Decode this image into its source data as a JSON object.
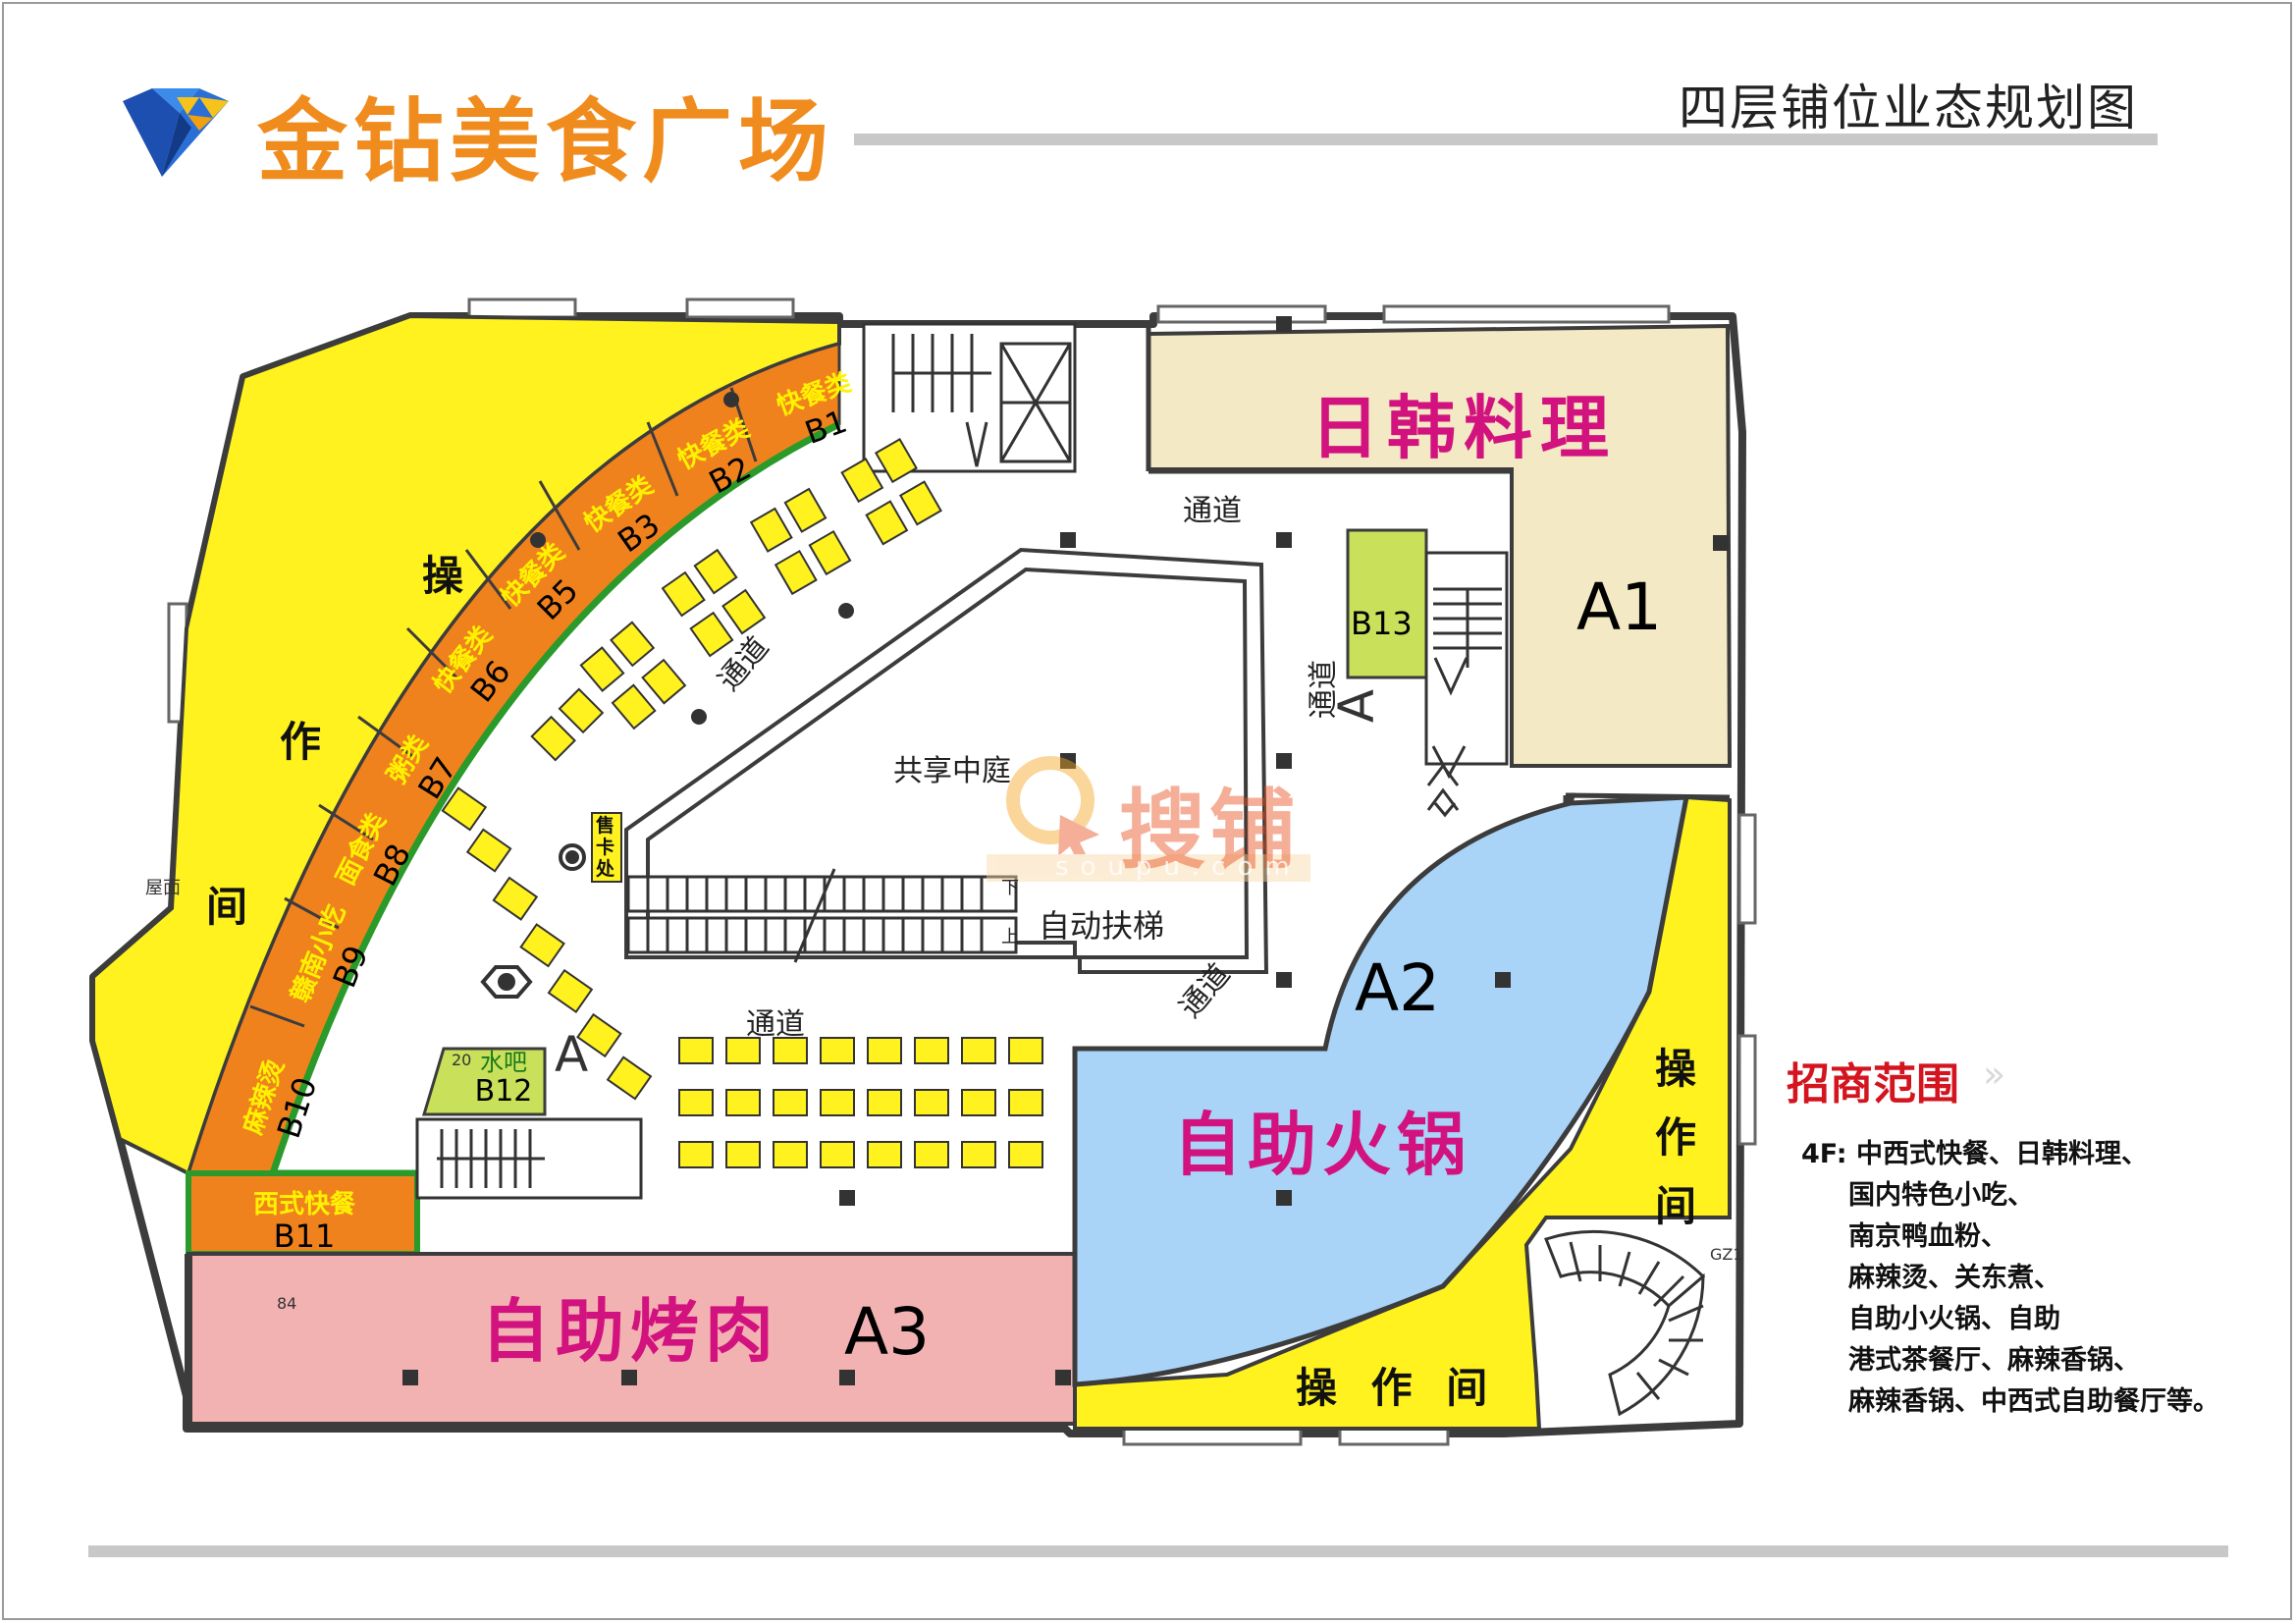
{
  "header": {
    "brand_name": "金钻美食广场",
    "plan_title": "四层铺位业态规划图"
  },
  "zones": {
    "a1": {
      "name": "日韩料理",
      "code": "A1"
    },
    "a2": {
      "name": "自助火锅",
      "code": "A2"
    },
    "a3": {
      "name": "自助烤肉",
      "code": "A3"
    },
    "workroom_left": [
      "操",
      "作",
      "间"
    ],
    "workroom_right": [
      "操",
      "作",
      "间"
    ],
    "workroom_bottom": "操 作 间",
    "atrium": "共享中庭",
    "escalator": "自动扶梯",
    "corridor": "通道",
    "card_desk": "售卡处",
    "bar": "水吧",
    "roof": "屋面",
    "arrow_letter": "A",
    "up": "上",
    "down": "下",
    "col_label_a": "GZ1",
    "col_label_b": "20",
    "col_label_c": "84"
  },
  "shops": [
    {
      "code": "B1",
      "type": "快餐类"
    },
    {
      "code": "B2",
      "type": "快餐类"
    },
    {
      "code": "B3",
      "type": "快餐类"
    },
    {
      "code": "B5",
      "type": "快餐类"
    },
    {
      "code": "B6",
      "type": "快餐类"
    },
    {
      "code": "B7",
      "type": "粥类"
    },
    {
      "code": "B8",
      "type": "面食类"
    },
    {
      "code": "B9",
      "type": "赣南小吃"
    },
    {
      "code": "B10",
      "type": "麻辣烫"
    },
    {
      "code": "B11",
      "type": "西式快餐"
    },
    {
      "code": "B12",
      "type": "水吧"
    },
    {
      "code": "B13",
      "type": ""
    }
  ],
  "watermark": {
    "text": "搜铺",
    "url": "soupu.com"
  },
  "sidebar": {
    "title": "招商范围",
    "lines": [
      "4F: 中西式快餐、日韩料理、",
      "国内特色小吃、",
      "南京鸭血粉、",
      "麻辣烫、关东煮、",
      "自助小火锅、自助",
      "港式茶餐厅、麻辣香锅、",
      "麻辣香锅、中西式自助餐厅等。"
    ]
  },
  "colors": {
    "brand_orange": "#f08c1e",
    "workroom_yellow": "#fff21e",
    "shop_orange": "#f0821e",
    "a1_beige": "#f3e9c4",
    "a2_blue": "#a9d3f7",
    "a3_pink": "#f3b2b2",
    "b_green": "#c9e05a",
    "title_magenta": "#d2127e",
    "sidebar_red": "#d4141e"
  }
}
